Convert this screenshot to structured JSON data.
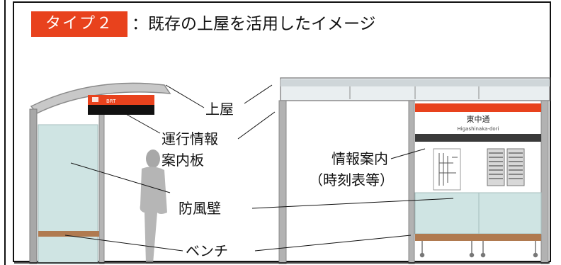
{
  "header": {
    "type_tag": "タイプ２",
    "title": "：既存の上屋を活用したイメージ"
  },
  "labels": {
    "roof": "上屋",
    "operation_info_line1": "運行情報",
    "operation_info_line2": "案内板",
    "info_guide_line1": "情報案内",
    "info_guide_line2": "（時刻表等）",
    "windbreak": "防風壁",
    "bench": "ベンチ"
  },
  "signs": {
    "brt_panel": "BRT",
    "stop_name_jp": "東中通",
    "stop_name_en": "Higashinaka-dori"
  },
  "colors": {
    "accent": "#e8421d",
    "glass": "#cfe4e3",
    "frame": "#9a9a9a",
    "bench": "#b07a50"
  }
}
